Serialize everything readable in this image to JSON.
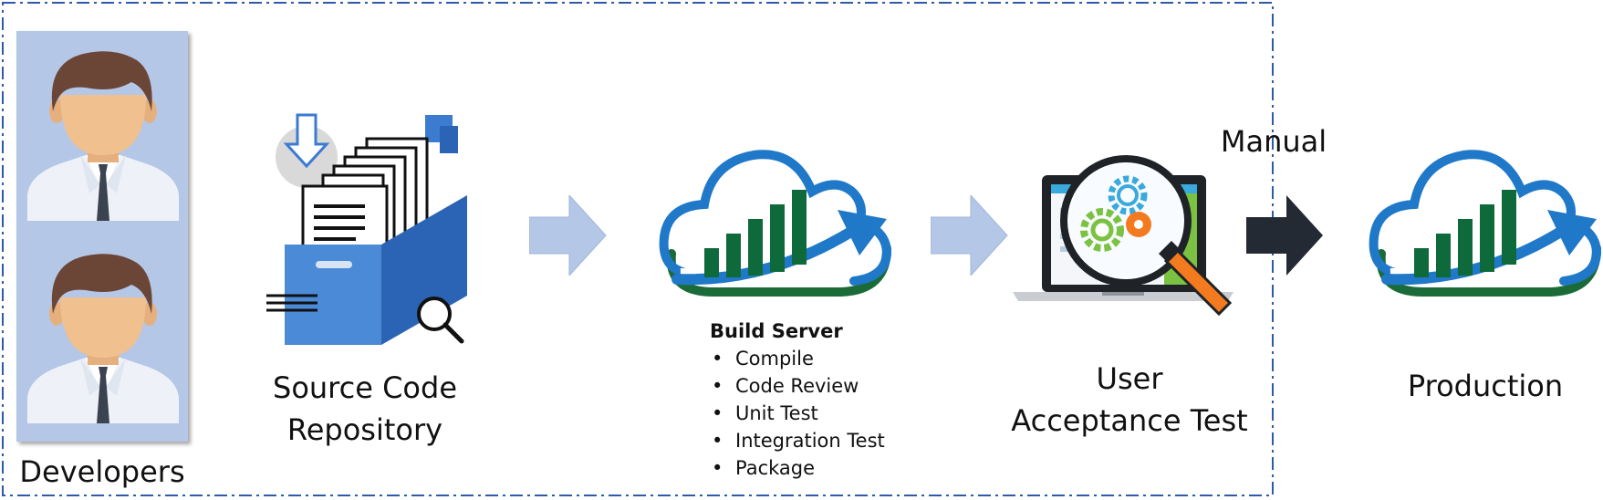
{
  "stages": {
    "developers": {
      "label": "Developers",
      "icon": "developer-avatar-icon"
    },
    "repository": {
      "label_line1": "Source Code",
      "label_line2": "Repository",
      "icon": "file-archive-box-icon"
    },
    "build_server": {
      "title": "Build Server",
      "icon": "cloud-growth-chart-icon",
      "steps": [
        "Compile",
        "Code Review",
        "Unit Test",
        "Integration Test",
        "Package"
      ]
    },
    "uat": {
      "label_line1": "User",
      "label_line2": "Acceptance Test",
      "icon": "laptop-magnifier-icon"
    },
    "production": {
      "label": "Production",
      "icon": "cloud-growth-chart-icon"
    }
  },
  "transitions": {
    "manual_label": "Manual"
  },
  "colors": {
    "boundary": "#2e5aa8",
    "developer_panel": "#b4c7e7",
    "auto_arrow": "#b4c7e7",
    "manual_arrow": "#232a33",
    "cloud_blue": "#1f78c8",
    "cloud_green": "#1b6b38",
    "chart_bars": "#0e6a3a",
    "box_blue": "#3b7bd0"
  }
}
